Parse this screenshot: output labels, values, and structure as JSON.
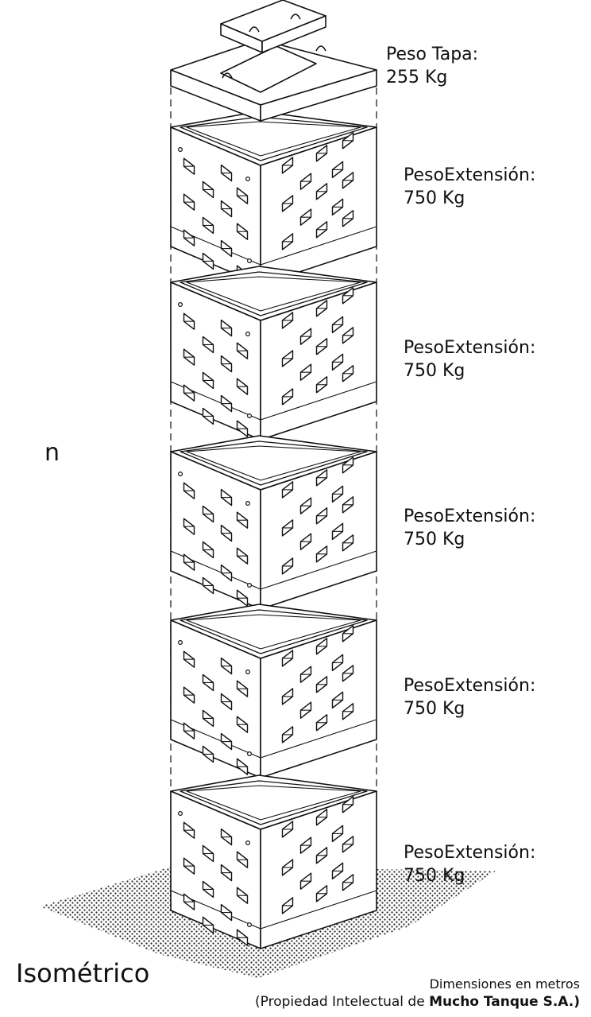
{
  "cover": {
    "label": "Peso Tapa:",
    "weight": "255 Kg"
  },
  "extensions": [
    {
      "label": "PesoExtensión:",
      "weight": "750 Kg"
    },
    {
      "label": "PesoExtensión:",
      "weight": "750 Kg"
    },
    {
      "label": "PesoExtensión:",
      "weight": "750 Kg"
    },
    {
      "label": "PesoExtensión:",
      "weight": "750 Kg"
    },
    {
      "label": "PesoExtensión:",
      "weight": "750 Kg"
    }
  ],
  "side_text": "n",
  "view_title": "Isométrico",
  "notes": {
    "units": "Dimensiones en metros",
    "owner_prefix": "(Propiedad Intelectual de ",
    "owner_name": "Mucho Tanque S.A.)"
  }
}
